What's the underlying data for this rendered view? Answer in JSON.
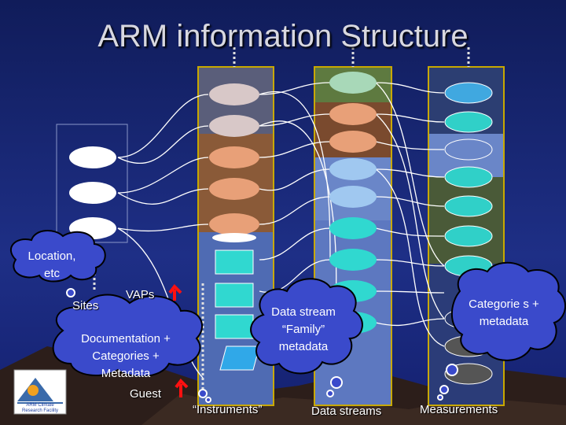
{
  "title": "ARM information Structure",
  "clouds": {
    "location": "Location, etc",
    "documentation": "Documentation + Categories + Metadata",
    "datastream_family": "Data stream “Family” metadata",
    "categories": "Categorie s + metadata"
  },
  "labels": {
    "sites": "Sites",
    "vaps": "VAPs",
    "guest": "Guest",
    "instruments": "“Instruments”",
    "datastreams": "Data streams",
    "measurements": "Measurements"
  },
  "logo": {
    "text": "ARM Climate Research Facility"
  },
  "colors": {
    "background_top": "#1a2a6e",
    "background_bottom": "#0a1240",
    "cloud_fill": "#3a4acb",
    "arrow_red": "#ff1010"
  }
}
